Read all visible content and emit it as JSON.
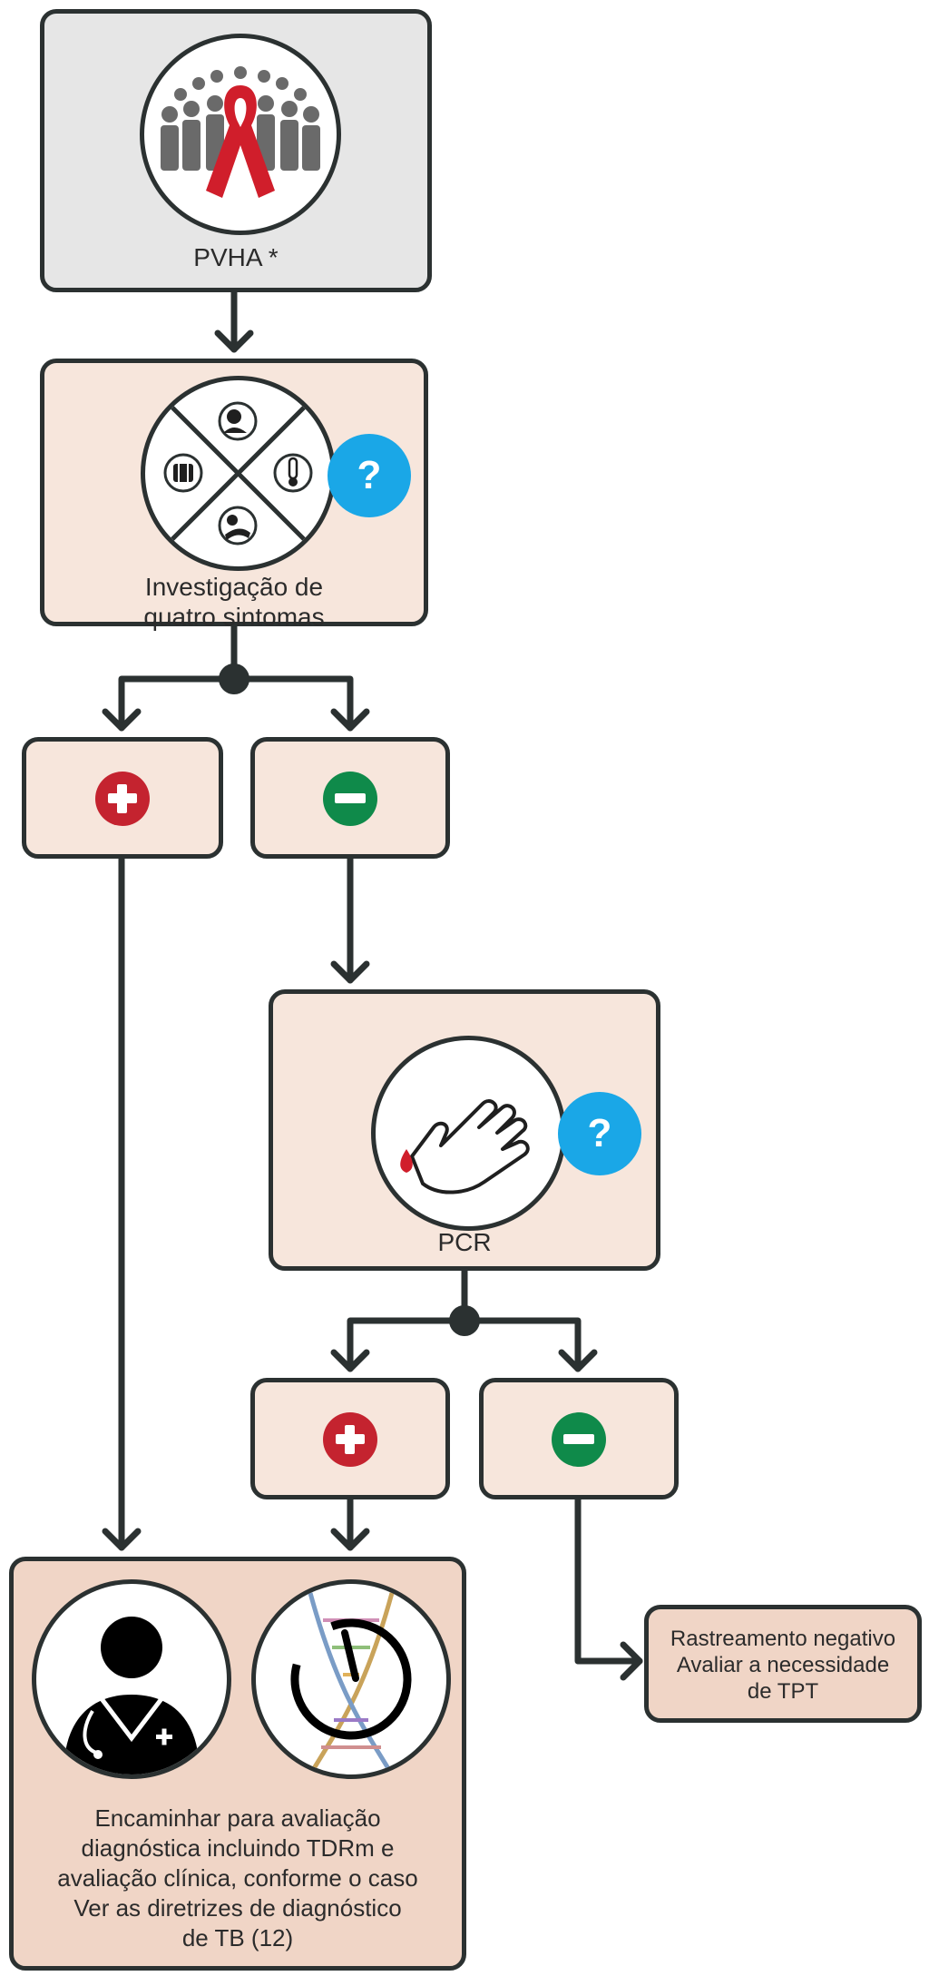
{
  "nodes": {
    "pvha": {
      "label": "PVHA *"
    },
    "symptoms": {
      "label": "Investigação de\nquatro sintomas"
    },
    "pcr": {
      "label": "PCR"
    },
    "referral": {
      "label": "Encaminhar para avaliação\ndiagnóstica incluindo TDRm e\navaliação clínica, conforme o caso\nVer as diretrizes de diagnóstico\nde TB (12)"
    },
    "negative": {
      "label": "Rastreamento negativo\nAvaliar a necessidade\nde TPT"
    }
  },
  "badges": {
    "question": "?"
  },
  "colors": {
    "stroke": "#2b3131",
    "box_fill": "#f7e6dc",
    "grey_fill": "#e6e6e6",
    "referral_fill": "#f0d5c6",
    "question_blue": "#1aa7e7",
    "positive_red": "#c4232f",
    "negative_green": "#0f8a4a",
    "ribbon_red": "#d01e2b"
  }
}
